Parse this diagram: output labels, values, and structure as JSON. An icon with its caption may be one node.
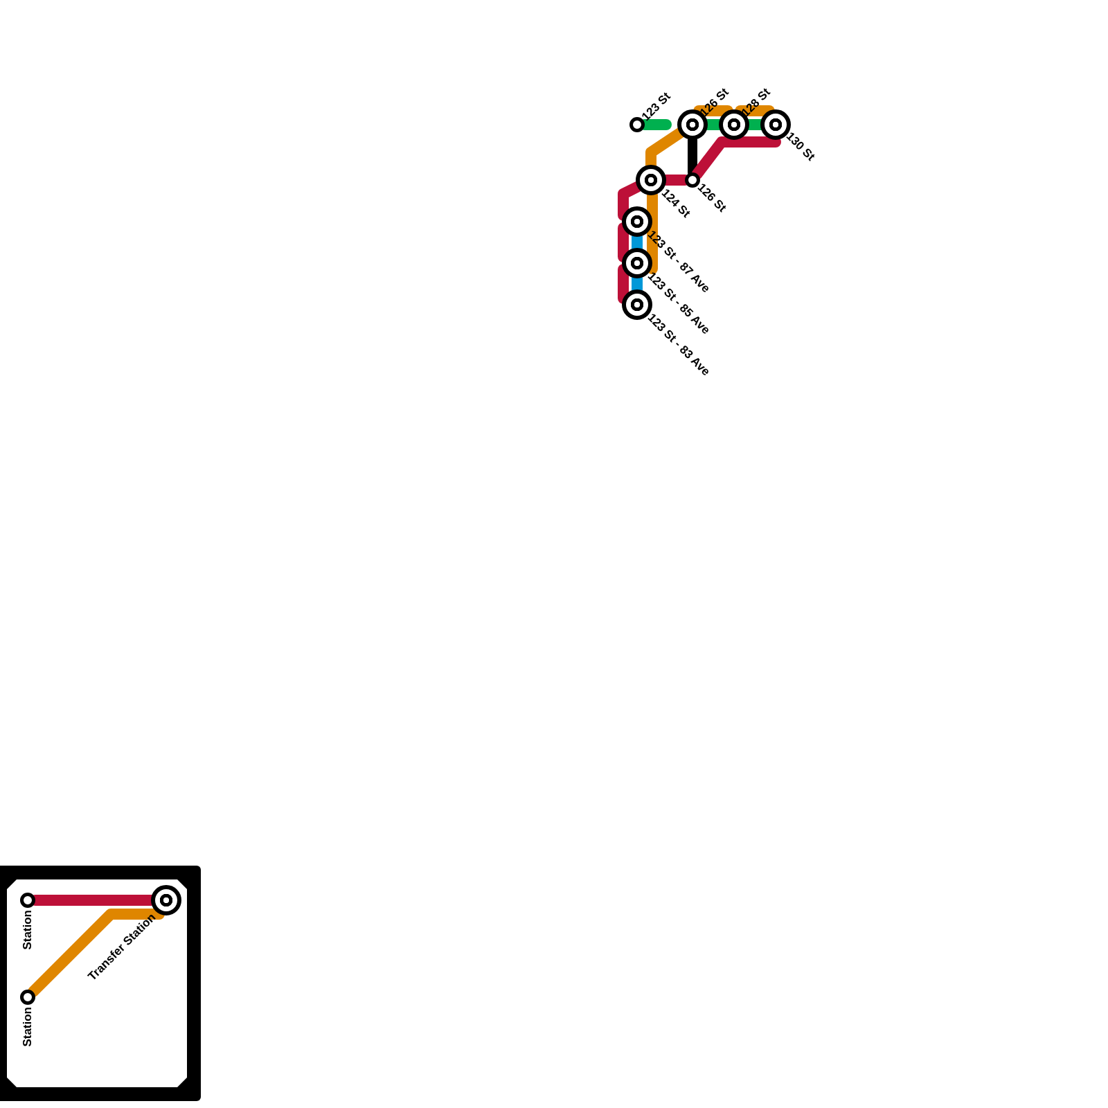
{
  "diagram": {
    "nodes": [
      {
        "text": [
          "123 St"
        ]
      },
      {
        "text": [
          "126 St"
        ]
      },
      {
        "text": [
          "128 St"
        ]
      },
      {
        "text": [
          "130 St"
        ]
      },
      {
        "text": [
          "124 St"
        ]
      },
      {
        "text": [
          "126 St"
        ]
      },
      {
        "text": [
          "123 St - 87 Ave"
        ]
      },
      {
        "text": [
          "123 St - 85 Ave"
        ]
      },
      {
        "text": [
          "123 St - 83 Ave"
        ]
      },
      {
        "text": [
          "Station"
        ]
      },
      {
        "text": [
          "Transfer Station"
        ]
      },
      {
        "text": [
          "Station"
        ]
      }
    ],
    "edges": [
      {
        "from": 0,
        "to": null,
        "arrow": "none",
        "color": "#00b04f"
      },
      {
        "from": 1,
        "to": 2,
        "arrow": "none",
        "color": "#00b04f"
      },
      {
        "from": 2,
        "to": 3,
        "arrow": "none",
        "color": "#00b04f"
      },
      {
        "from": 1,
        "to": 5,
        "arrow": "none",
        "color": "#000000"
      },
      {
        "from": 6,
        "to": 7,
        "arrow": "none",
        "color": "#0098d8"
      },
      {
        "from": 7,
        "to": 8,
        "arrow": "none",
        "color": "#0098d8"
      },
      {
        "from": 7,
        "to": 6,
        "arrow": "none",
        "color": "#df8600"
      },
      {
        "from": 6,
        "to": 4,
        "arrow": "none",
        "color": "#df8600"
      },
      {
        "from": 4,
        "to": 1,
        "arrow": "none",
        "color": "#df8600"
      },
      {
        "from": 1,
        "to": 2,
        "arrow": "none",
        "color": "#df8600"
      },
      {
        "from": 2,
        "to": 3,
        "arrow": "none",
        "color": "#df8600"
      },
      {
        "from": 8,
        "to": 7,
        "arrow": "none",
        "color": "#bd1038"
      },
      {
        "from": 7,
        "to": 6,
        "arrow": "none",
        "color": "#bd1038"
      },
      {
        "from": 6,
        "to": 4,
        "arrow": "none",
        "color": "#bd1038"
      },
      {
        "from": 4,
        "to": 5,
        "arrow": "none",
        "color": "#bd1038"
      },
      {
        "from": 5,
        "to": 2,
        "arrow": "none",
        "color": "#bd1038"
      },
      {
        "from": 2,
        "to": 3,
        "arrow": "none",
        "color": "#bd1038"
      },
      {
        "from": 9,
        "to": 10,
        "arrow": "none",
        "color": "#bd1038"
      },
      {
        "from": 11,
        "to": 10,
        "arrow": "none",
        "color": "#df8600"
      }
    ]
  }
}
